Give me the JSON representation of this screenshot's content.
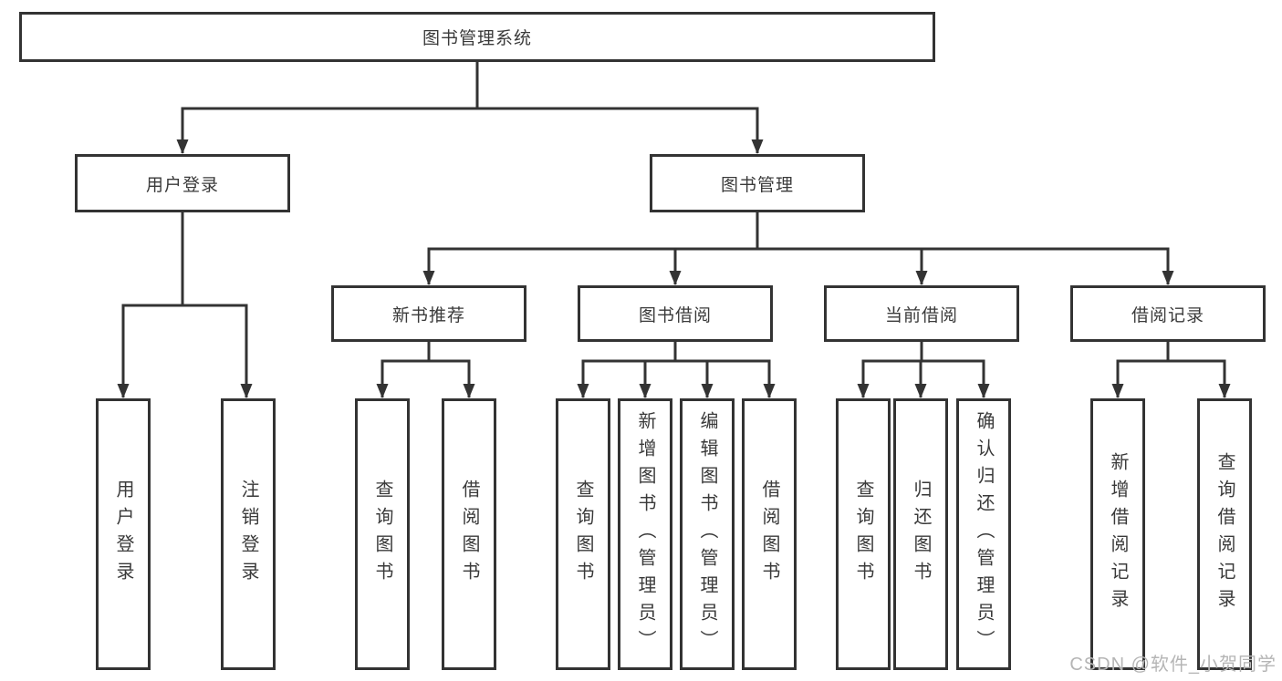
{
  "diagram": {
    "title": "图书管理系统",
    "children": [
      {
        "label": "用户登录",
        "children": [
          {
            "label": "用户登录"
          },
          {
            "label": "注销登录"
          }
        ]
      },
      {
        "label": "图书管理",
        "children": [
          {
            "label": "新书推荐",
            "children": [
              {
                "label": "查询图书"
              },
              {
                "label": "借阅图书"
              }
            ]
          },
          {
            "label": "图书借阅",
            "children": [
              {
                "label": "查询图书"
              },
              {
                "label": "新增图书（管理员）"
              },
              {
                "label": "编辑图书（管理员）"
              },
              {
                "label": "借阅图书"
              }
            ]
          },
          {
            "label": "当前借阅",
            "children": [
              {
                "label": "查询图书"
              },
              {
                "label": "归还图书"
              },
              {
                "label": "确认归还（管理员）"
              }
            ]
          },
          {
            "label": "借阅记录",
            "children": [
              {
                "label": "新增借阅记录"
              },
              {
                "label": "查询借阅记录"
              }
            ]
          }
        ]
      }
    ]
  },
  "watermark": {
    "text": "CSDN @软件_小贺同学"
  },
  "colors": {
    "line": "#333333",
    "text": "#3a3a3a",
    "watermark": "#b5b5b5",
    "background": "#ffffff"
  }
}
